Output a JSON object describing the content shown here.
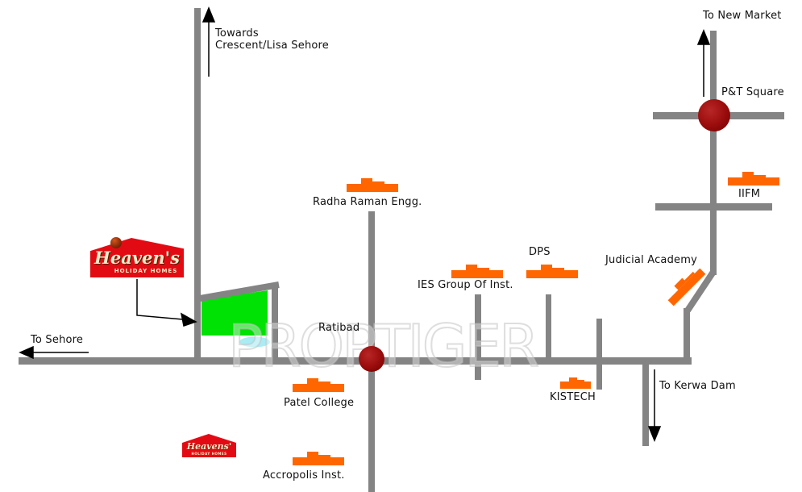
{
  "watermark": "PROPTIGER",
  "labels": {
    "towards_crescent": "Towards\nCrescent/Lisa Sehore",
    "to_new_market": "To New Market",
    "pt_square": "P&T Square",
    "iifm": "IIFM",
    "radha_raman": "Radha Raman Engg.",
    "dps": "DPS",
    "ies_group": "IES Group Of Inst.",
    "judicial_academy": "Judicial Academy",
    "ratibad": "Ratibad",
    "to_sehore": "To Sehore",
    "patel_college": "Patel College",
    "kistech": "KISTECH",
    "to_kerwa_dam": "To Kerwa Dam",
    "accropolis": "Accropolis Inst."
  },
  "logo": {
    "brand_big": "Heaven's",
    "brand_small": "Heavens'",
    "tagline": "HOLIDAY HOMES"
  },
  "colors": {
    "road": "#848484",
    "landmark_orange": "#ff6600",
    "junction_red": "#9c0d0d",
    "plot_green": "#00e104",
    "water_cyan": "#a9ecf4",
    "brand_red": "#e30b13",
    "brand_cream": "#f7ecc9",
    "watermark_gray": "#c3c3c3",
    "arrow_black": "#000000"
  }
}
